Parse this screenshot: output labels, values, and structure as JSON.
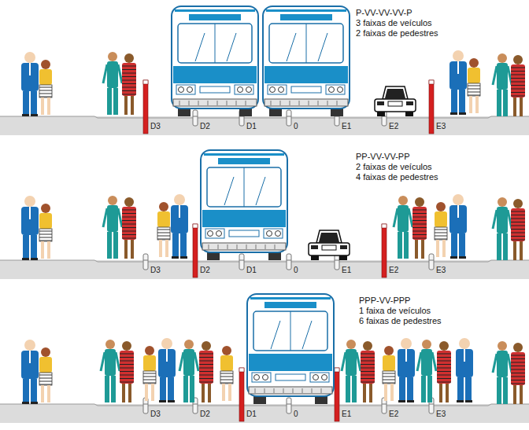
{
  "diagram": {
    "labels": [
      "P-VV-VV-VV-P",
      "3 faixas de veículos",
      "2 faixas de pedestres",
      "D3",
      "D2",
      "D1",
      "0",
      "E1",
      "E2",
      "E3",
      "PP-VV-VV-PP",
      "2 faixas de veículos",
      "4 faixas de pedestres",
      "D3",
      "D2",
      "D1",
      "0",
      "E1",
      "E2",
      "E3",
      "PPP-VV-PPP",
      "1 faixa de veículos",
      "6 faixas de pedestres",
      "D3",
      "D2",
      "D1",
      "0",
      "E1",
      "E2",
      "E3"
    ]
  }
}
